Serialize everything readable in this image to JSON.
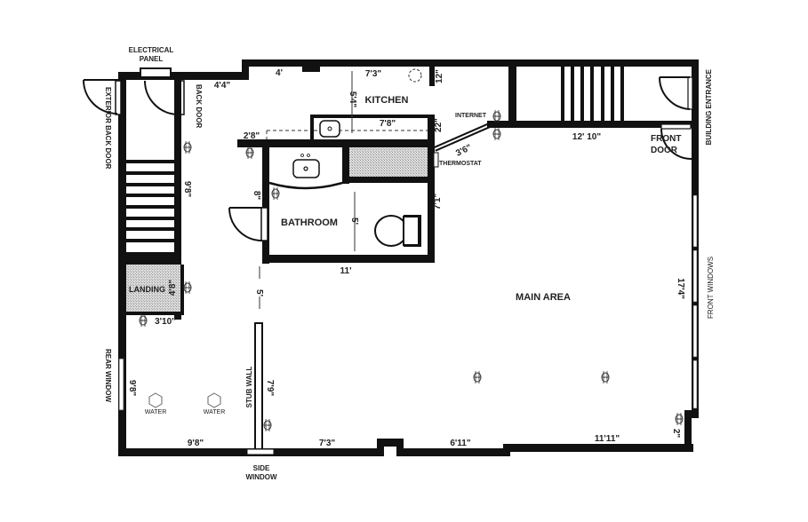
{
  "plan": {
    "type": "floor-plan",
    "colors": {
      "wall": "#111111",
      "hatch": "#cfcfcf",
      "window": "#ffffff",
      "background": "#ffffff"
    }
  },
  "rooms": {
    "kitchen": "KITCHEN",
    "bathroom": "BATHROOM",
    "main_area": "MAIN AREA",
    "landing": "LANDING"
  },
  "labels": {
    "electrical_panel_1": "ELECTRICAL",
    "electrical_panel_2": "PANEL",
    "exterior_back_door": "EXTERIOR BACK DOOR",
    "back_door": "BACK DOOR",
    "building_entrance": "BUILDING ENTRANCE",
    "front_door_1": "FRONT",
    "front_door_2": "DOOR",
    "front_windows": "FRONT WINDOWS",
    "rear_window": "REAR WINDOW",
    "side_window_1": "SIDE",
    "side_window_2": "WINDOW",
    "stub_wall": "STUB WALL",
    "internet": "INTERNET",
    "thermostat": "THERMOSTAT",
    "water_1": "WATER",
    "water_2": "WATER"
  },
  "dimensions": {
    "top_4ft4": "4'4\"",
    "top_4ft": "4'",
    "top_7ft3": "7'3\"",
    "top_12in": "12\"",
    "kitchen_5ft4": "5'4\"",
    "counter_7ft8": "7'8\"",
    "counter_22in": "22\"",
    "left_2ft8": "2'8\"",
    "diag_3ft6": "3'6\"",
    "stair_12ft10": "12' 10\"",
    "stair_left_9ft8": "9'8\"",
    "bath_8in": "8\"",
    "bath_5ft": "5'",
    "bath_7ft1": "7'1\"",
    "bath_11ft": "11'",
    "landing_4ft8": "4'8\"",
    "landing_3ft10": "3'10\"",
    "gap_5ft": "5'",
    "front_17ft4": "17'4\"",
    "rear_9ft8": "9'8\"",
    "stub_7ft9": "7'9\"",
    "bottom_9ft8": "9'8\"",
    "bottom_7ft3": "7'3\"",
    "bottom_6ft11": "6'11\"",
    "bottom_11ft11": "11'11\"",
    "right_2in": "2\""
  },
  "icons": {
    "outlet": "outlet-icon",
    "water": "water-hexagon-icon",
    "sink": "sink-icon",
    "toilet": "toilet-icon",
    "door_swing": "door-swing-icon",
    "stairs": "stairs-icon",
    "ceiling_fixture": "ceiling-fixture-icon"
  }
}
